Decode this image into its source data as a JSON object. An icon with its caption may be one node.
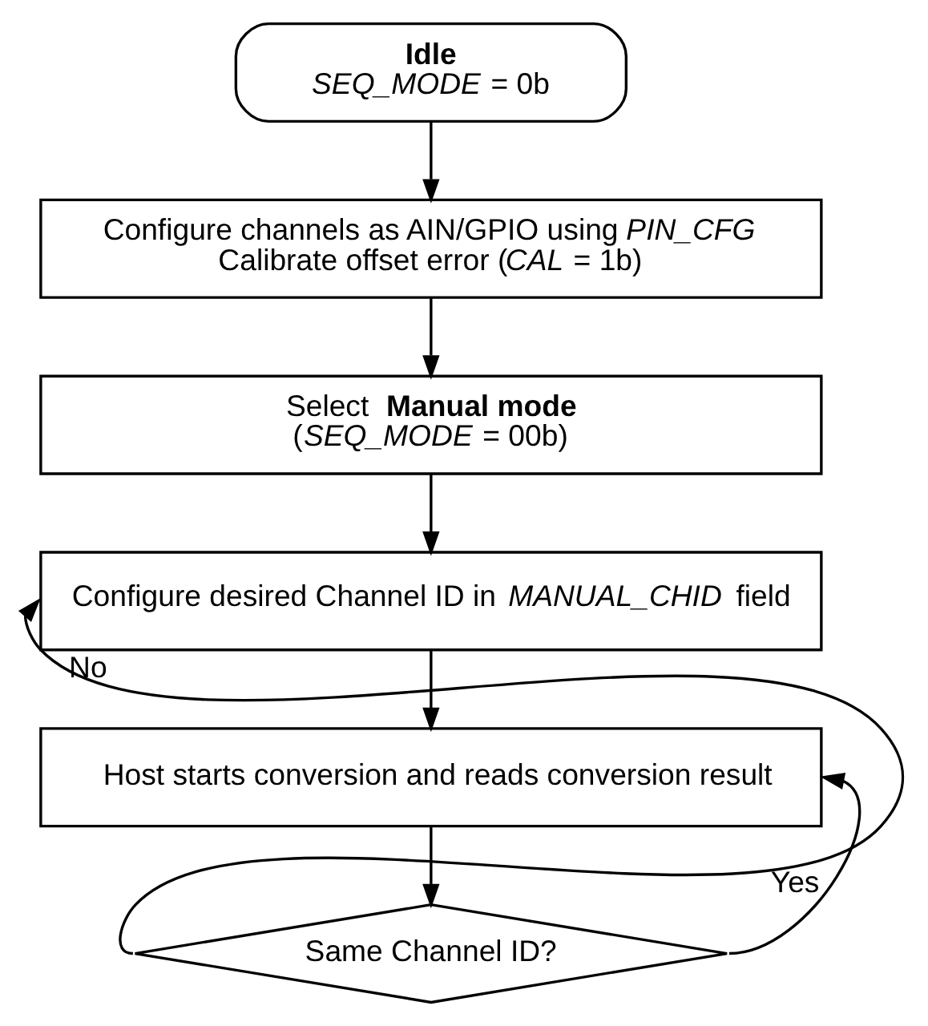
{
  "diagram": {
    "nodes": [
      {
        "text": [
          "Idle",
          "*SEQ_MODE* = 0b"
        ]
      },
      {
        "text": [
          "Configure channels as AIN/GPIO using *PIN_CFG*",
          "Calibrate offset error (*CAL* = 1b)"
        ]
      },
      {
        "text": [
          "Select **Manual mode**",
          "(*SEQ_MODE* = 00b)"
        ]
      },
      {
        "text": [
          "Configure desired Channel ID in *MANUAL_CHID* field"
        ]
      },
      {
        "text": [
          "Host starts conversion and reads conversion result"
        ]
      },
      {
        "text": [
          "Same Channel ID?"
        ]
      }
    ],
    "edges": [
      {
        "from": 0,
        "to": 1,
        "arrow": "to"
      },
      {
        "from": 1,
        "to": 2,
        "arrow": "to"
      },
      {
        "from": 2,
        "to": 3,
        "arrow": "to"
      },
      {
        "from": 3,
        "to": 4,
        "arrow": "to"
      },
      {
        "from": 4,
        "to": 5,
        "arrow": "to"
      },
      {
        "from": 5,
        "to": 3,
        "label": "No",
        "arrow": "to"
      },
      {
        "from": 5,
        "to": 4,
        "label": "Yes",
        "arrow": "to"
      }
    ]
  }
}
